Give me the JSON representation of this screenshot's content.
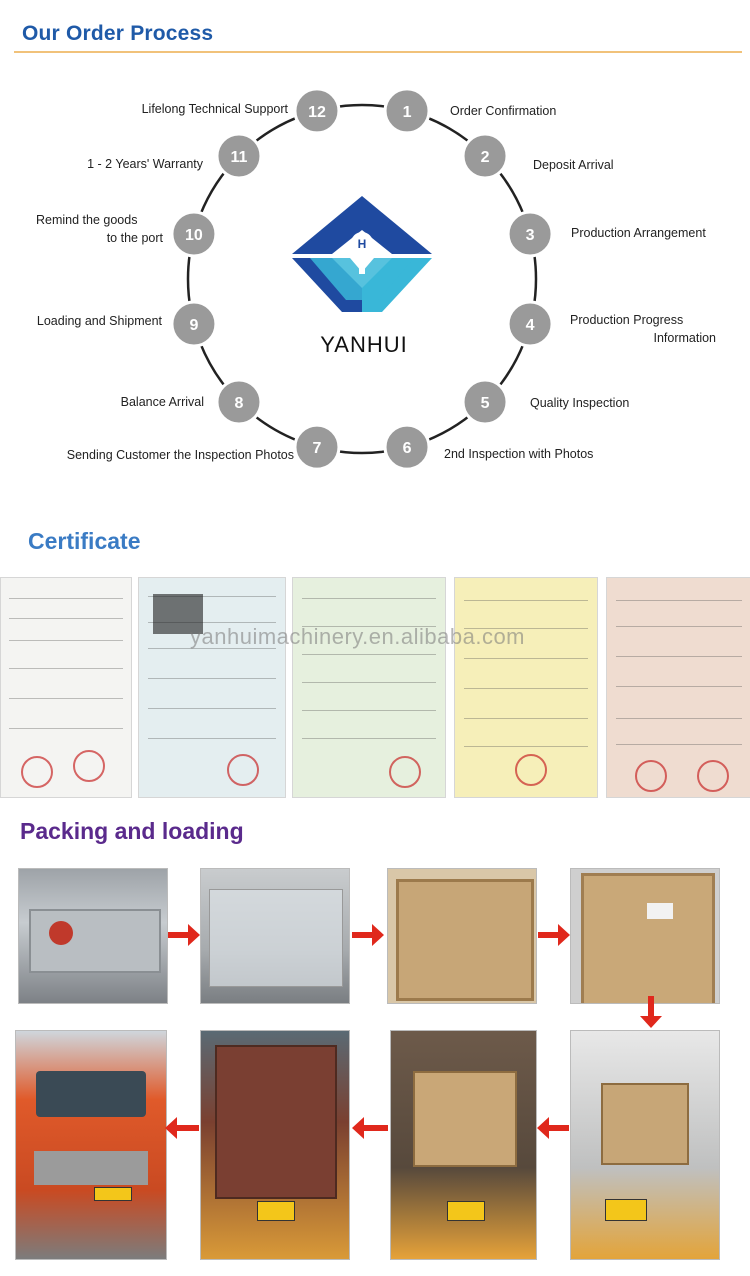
{
  "order_process": {
    "title": "Our Order Process",
    "logo_text": "YANHUI",
    "logo_mark": "H",
    "steps": [
      {
        "num": "1",
        "label": "Order Confirmation"
      },
      {
        "num": "2",
        "label": "Deposit Arrival"
      },
      {
        "num": "3",
        "label": "Production Arrangement"
      },
      {
        "num": "4",
        "label": "Production Progress",
        "label2": "Information"
      },
      {
        "num": "5",
        "label": "Quality Inspection"
      },
      {
        "num": "6",
        "label": "2nd Inspection with Photos"
      },
      {
        "num": "7",
        "label": "Sending Customer the Inspection Photos"
      },
      {
        "num": "8",
        "label": "Balance Arrival"
      },
      {
        "num": "9",
        "label": "Loading and Shipment"
      },
      {
        "num": "10",
        "label": "Remind the goods",
        "label2": "to the port"
      },
      {
        "num": "11",
        "label": "1 - 2 Years' Warranty"
      },
      {
        "num": "12",
        "label": "Lifelong Technical Support"
      }
    ]
  },
  "certificate": {
    "title": "Certificate",
    "watermark": "yanhuimachinery.en.alibaba.com"
  },
  "packing": {
    "title": "Packing and loading"
  },
  "colors": {
    "heading_blue": "#1f5aa8",
    "cert_blue": "#3a7bc4",
    "packing_purple": "#5a2a8c",
    "circle_gray": "#9a9a9a",
    "arrow_red": "#e0281c",
    "logo_dark": "#1f4aa0",
    "logo_light": "#39b7d8"
  }
}
